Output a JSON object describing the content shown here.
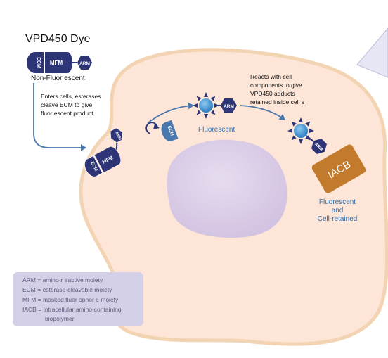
{
  "dye": {
    "title": "VPD450 Dye",
    "state_label": "Non-Fluor escent",
    "ecm": "ECM",
    "mfm": "MFM",
    "arm": "ARM"
  },
  "step1_lines": [
    "Enters cells, esterases",
    "cleave ECM to give",
    "fluor escent product"
  ],
  "bound_complex": {
    "ecm": "ECM",
    "mfm": "MFM",
    "arm": "ARM"
  },
  "cleaved_ecm": "ECM",
  "fluorescent_mid": {
    "arm": "ARM",
    "label": "Fluorescent"
  },
  "step2_lines": [
    "Reacts with cell",
    "components to give",
    "VPD450 adducts",
    "retained inside cell s"
  ],
  "adduct": {
    "arm": "ARM",
    "iacb": "IACB"
  },
  "result_lines": [
    "Fluorescent",
    "and",
    "Cell-retained"
  ],
  "legend": [
    "ARM = amino-r eactive moiety",
    "ECM = esterase-cleavable moiety",
    "MFM = masked fluor ophor e moiety",
    "IACB = Intracellular amino-containing",
    "biopolymer"
  ],
  "colors": {
    "cell": "#fde6d8",
    "cell_border": "#f3d6b4",
    "nucleus": "#d9cbe6",
    "dark_blue": "#2d3576",
    "label_blue": "#2f6fb0",
    "iacb": "#c27a2c",
    "legend_bg": "#d4d0e8",
    "fluor_dot": "#3b8fd0"
  },
  "icons": [
    "sun-fluorophore-icon",
    "rotate-arrow-icon",
    "hexagon-arm-icon"
  ]
}
